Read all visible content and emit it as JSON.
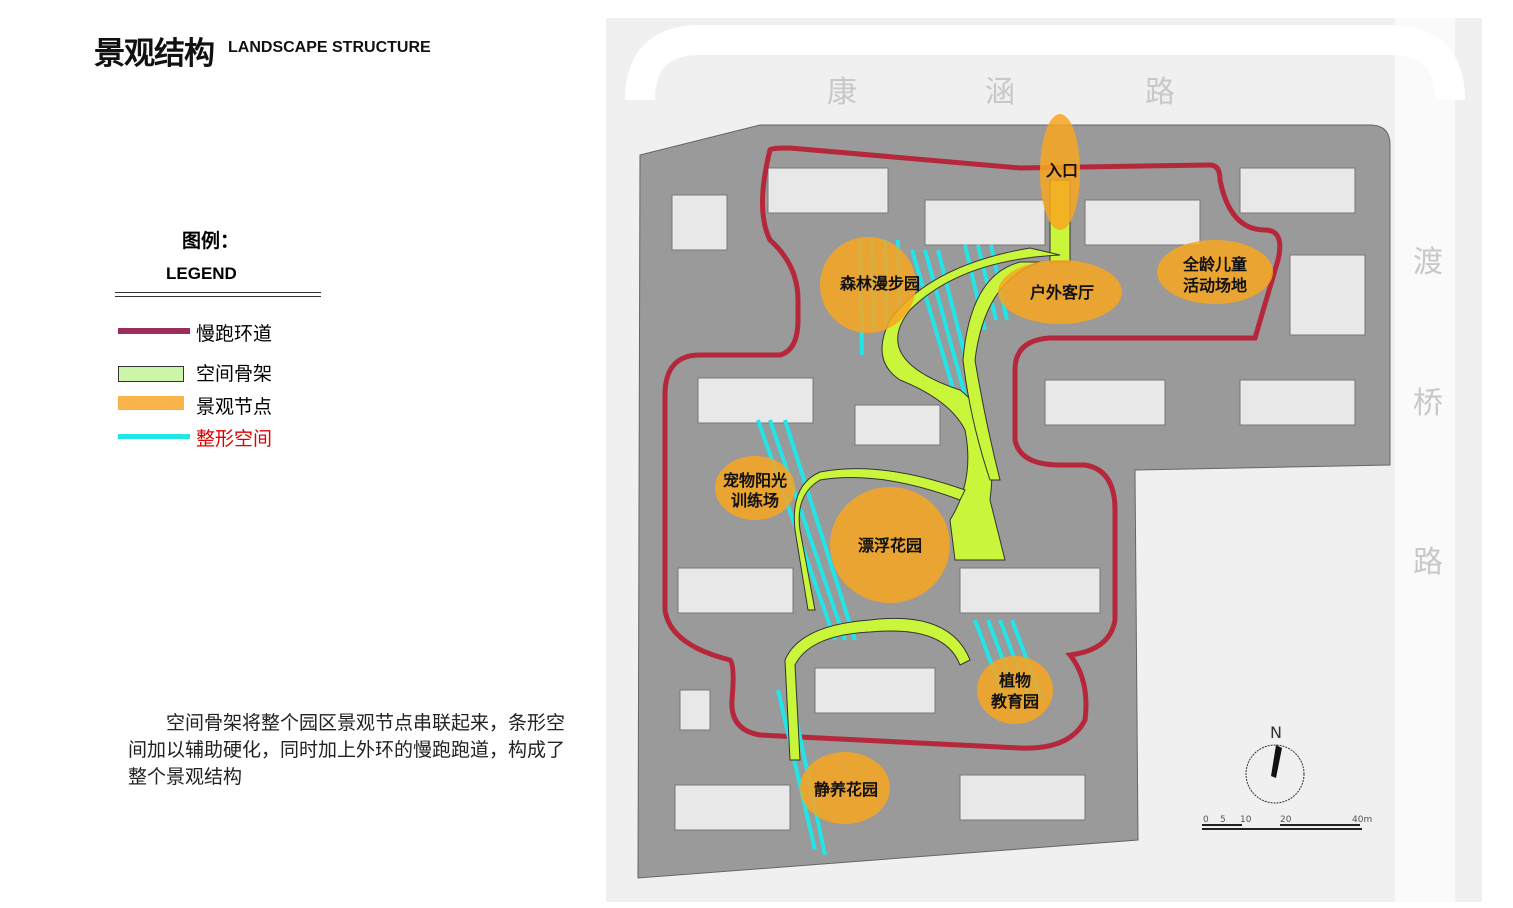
{
  "title": {
    "cn": "景观结构",
    "en": "LANDSCAPE STRUCTURE"
  },
  "legend": {
    "title": "图例：",
    "title_en": "LEGEND",
    "items": [
      {
        "label": "慢跑环道",
        "color": "#9b2d5e"
      },
      {
        "label": "空间骨架",
        "color": "#ccf5a8"
      },
      {
        "label": "景观节点",
        "color": "#f8b34a"
      },
      {
        "label": "整形空间",
        "color": "#22e5e8",
        "label_color": "#e00000"
      }
    ]
  },
  "description": "空间骨架将整个园区景观节点串联起来，条形空间加以辅助硬化，同时加上外环的慢跑跑道，构成了整个景观结构",
  "map": {
    "roads": {
      "top": [
        "康",
        "涵",
        "路"
      ],
      "right": [
        "渡",
        "桥",
        "路"
      ]
    },
    "nodes": [
      "入口",
      "森林漫步园",
      "户外客厅",
      "全龄儿童",
      "活动场地",
      "宠物阳光",
      "训练场",
      "漂浮花园",
      "植物",
      "教育园",
      "静养花园"
    ],
    "compass": "N",
    "scale": [
      "0",
      "5",
      "10",
      "20",
      "40m"
    ]
  }
}
